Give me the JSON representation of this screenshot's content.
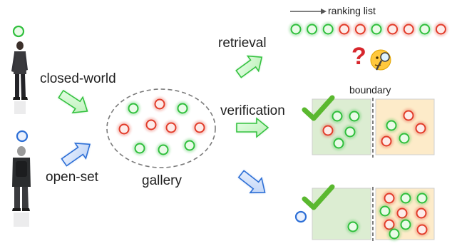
{
  "labels": {
    "ranking_list": "ranking list",
    "retrieval": "retrieval",
    "verification": "verification",
    "closed_world": "closed-world",
    "open_set": "open-set",
    "gallery": "gallery",
    "boundary": "boundary"
  },
  "colors": {
    "green": "#2fbf3c",
    "red": "#e23c2a",
    "blue": "#2d6fd6",
    "panel_green": "#dcedd2",
    "panel_orange": "#fdebc9",
    "checkmark": "#5ab82f"
  },
  "ranking_list": [
    "green",
    "green",
    "green",
    "red",
    "red",
    "green",
    "red",
    "red",
    "green",
    "red"
  ],
  "gallery_circles": [
    "green",
    "red",
    "green",
    "red",
    "red",
    "red",
    "red",
    "green",
    "green",
    "green"
  ],
  "verification_left_circles": [
    "green",
    "green",
    "red",
    "green",
    "green"
  ],
  "verification_right_circles": [
    "red",
    "green",
    "red",
    "green",
    "red"
  ],
  "openset_left_circles": [
    "green"
  ],
  "openset_right_circles": [
    "red",
    "green",
    "green",
    "green",
    "red",
    "red",
    "red",
    "green",
    "red",
    "green"
  ],
  "icons": {
    "question": "question-mark-icon",
    "thinking": "thinking-face-icon",
    "check": "checkmark-icon"
  }
}
